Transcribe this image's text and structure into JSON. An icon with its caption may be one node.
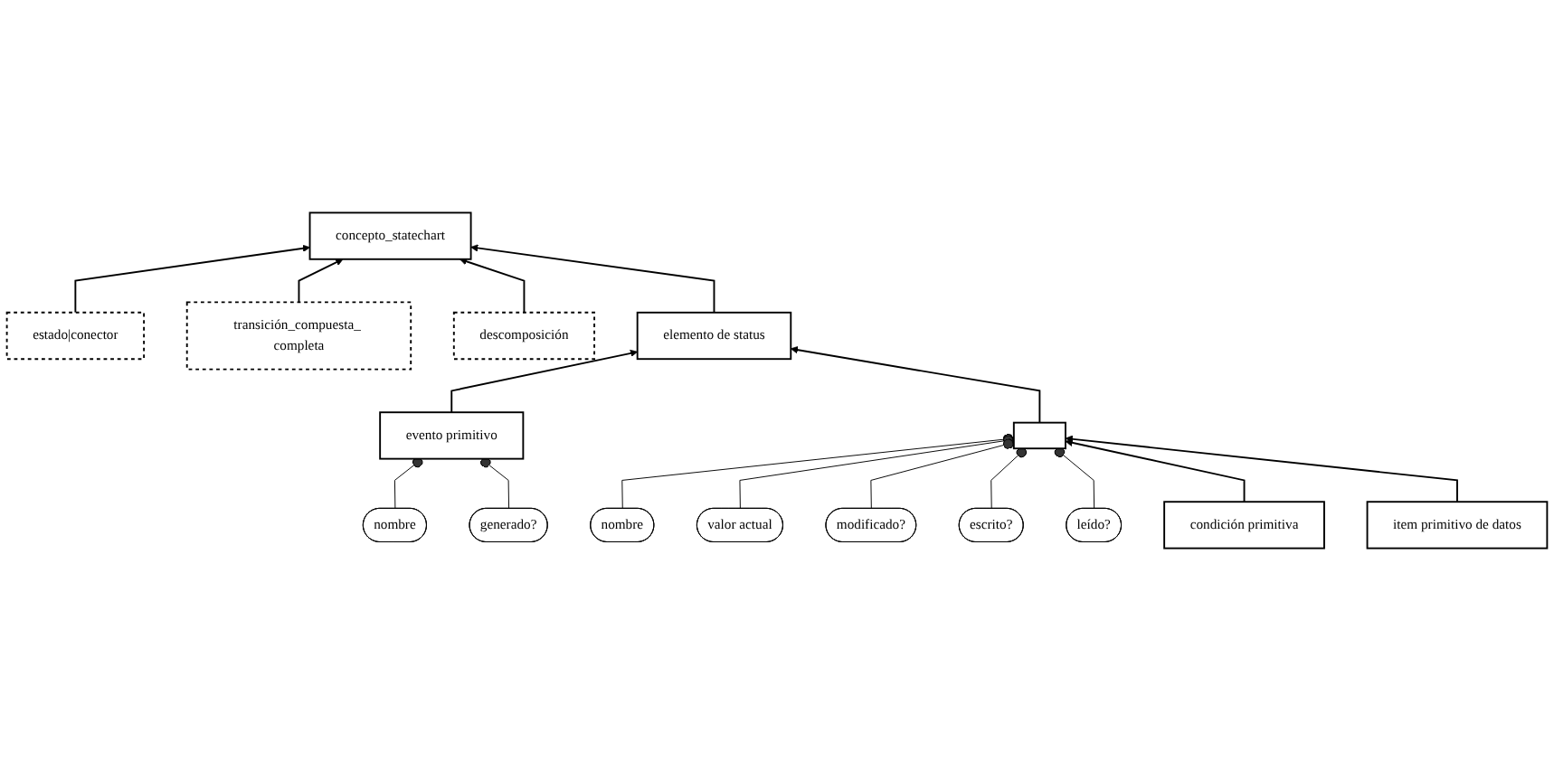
{
  "diagram": {
    "nodes": [
      {
        "text": [
          "concepto_statechart"
        ]
      },
      {
        "text": [
          "estado|conector"
        ]
      },
      {
        "text": [
          "transición_compuesta_ completa"
        ]
      },
      {
        "text": [
          "descomposición"
        ]
      },
      {
        "text": [
          "elemento de status"
        ]
      },
      {
        "text": [
          "nombre"
        ]
      },
      {
        "text": [
          "evento primitivo"
        ]
      },
      {
        "text": [
          "generado?"
        ]
      },
      {
        "text": [
          "nombre"
        ]
      },
      {
        "text": [
          "valor actual"
        ]
      },
      {
        "text": [],
        "shape": "box"
      },
      {
        "text": [
          "modificado?"
        ]
      },
      {
        "text": [
          "condición primitiva"
        ]
      },
      {
        "text": [
          "escrito?"
        ]
      },
      {
        "text": [
          "item primitivo de datos"
        ]
      },
      {
        "text": [
          "leído?"
        ]
      }
    ],
    "edges": [
      {
        "from": 1,
        "to": 0,
        "arrow": "to"
      },
      {
        "from": 2,
        "to": 0,
        "arrow": "to"
      },
      {
        "from": 3,
        "to": 0,
        "arrow": "to"
      },
      {
        "from": 4,
        "to": 0,
        "arrow": "to"
      },
      {
        "from": 6,
        "to": 4,
        "arrow": "to"
      },
      {
        "from": 10,
        "to": 4,
        "arrow": "to"
      },
      {
        "from": 5,
        "to": 6,
        "arrow": "other"
      },
      {
        "from": 7,
        "to": 6,
        "arrow": "other"
      },
      {
        "from": 8,
        "to": 10,
        "arrow": "other"
      },
      {
        "from": 9,
        "to": 10,
        "arrow": "other"
      },
      {
        "from": 11,
        "to": 10,
        "arrow": "other"
      },
      {
        "from": 13,
        "to": 10,
        "arrow": "other"
      },
      {
        "from": 15,
        "to": 10,
        "arrow": "other"
      },
      {
        "from": 12,
        "to": 10,
        "arrow": "to"
      },
      {
        "from": 14,
        "to": 10,
        "arrow": "to"
      }
    ]
  }
}
